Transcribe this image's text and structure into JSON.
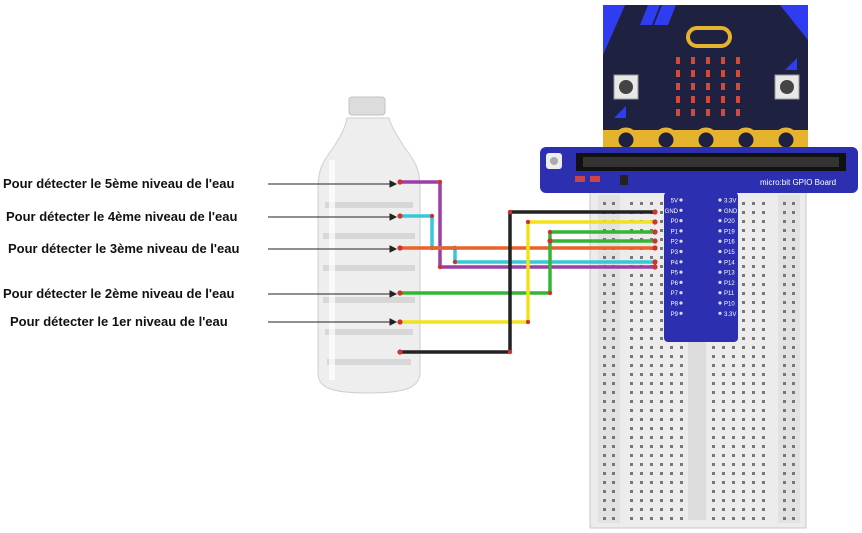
{
  "labels": {
    "level5": "Pour détecter le 5ème niveau de l'eau",
    "level4": "Pour détecter le 4ème niveau de l'eau",
    "level3": "Pour détecter le 3ème niveau de l'eau",
    "level2": "Pour détecter le 2ème niveau de l'eau",
    "level1": "Pour détecter le 1er niveau de l'eau"
  },
  "board": {
    "name": "micro:bit GPIO Board",
    "pins_left": [
      "5V",
      "GND",
      "P0",
      "P1",
      "P2",
      "P3",
      "P4",
      "P5",
      "P6",
      "P7",
      "P8",
      "P9"
    ],
    "pins_right": [
      "3.3V",
      "GND",
      "P20",
      "P19",
      "P16",
      "P15",
      "P14",
      "P13",
      "P12",
      "P11",
      "P10",
      "3.3V"
    ]
  },
  "wires": {
    "colors": {
      "purple": "#9b3fa5",
      "cyan": "#35c8d8",
      "orange": "#e8622a",
      "green": "#35b535",
      "yellow": "#f2e21c",
      "black": "#222222"
    }
  },
  "colors": {
    "microbit": "#1e2140",
    "microbit_accent": "#2f3cf2",
    "gpio_board": "#2c2fb0",
    "led": "#d44a3a",
    "gold": "#e6b32e"
  }
}
